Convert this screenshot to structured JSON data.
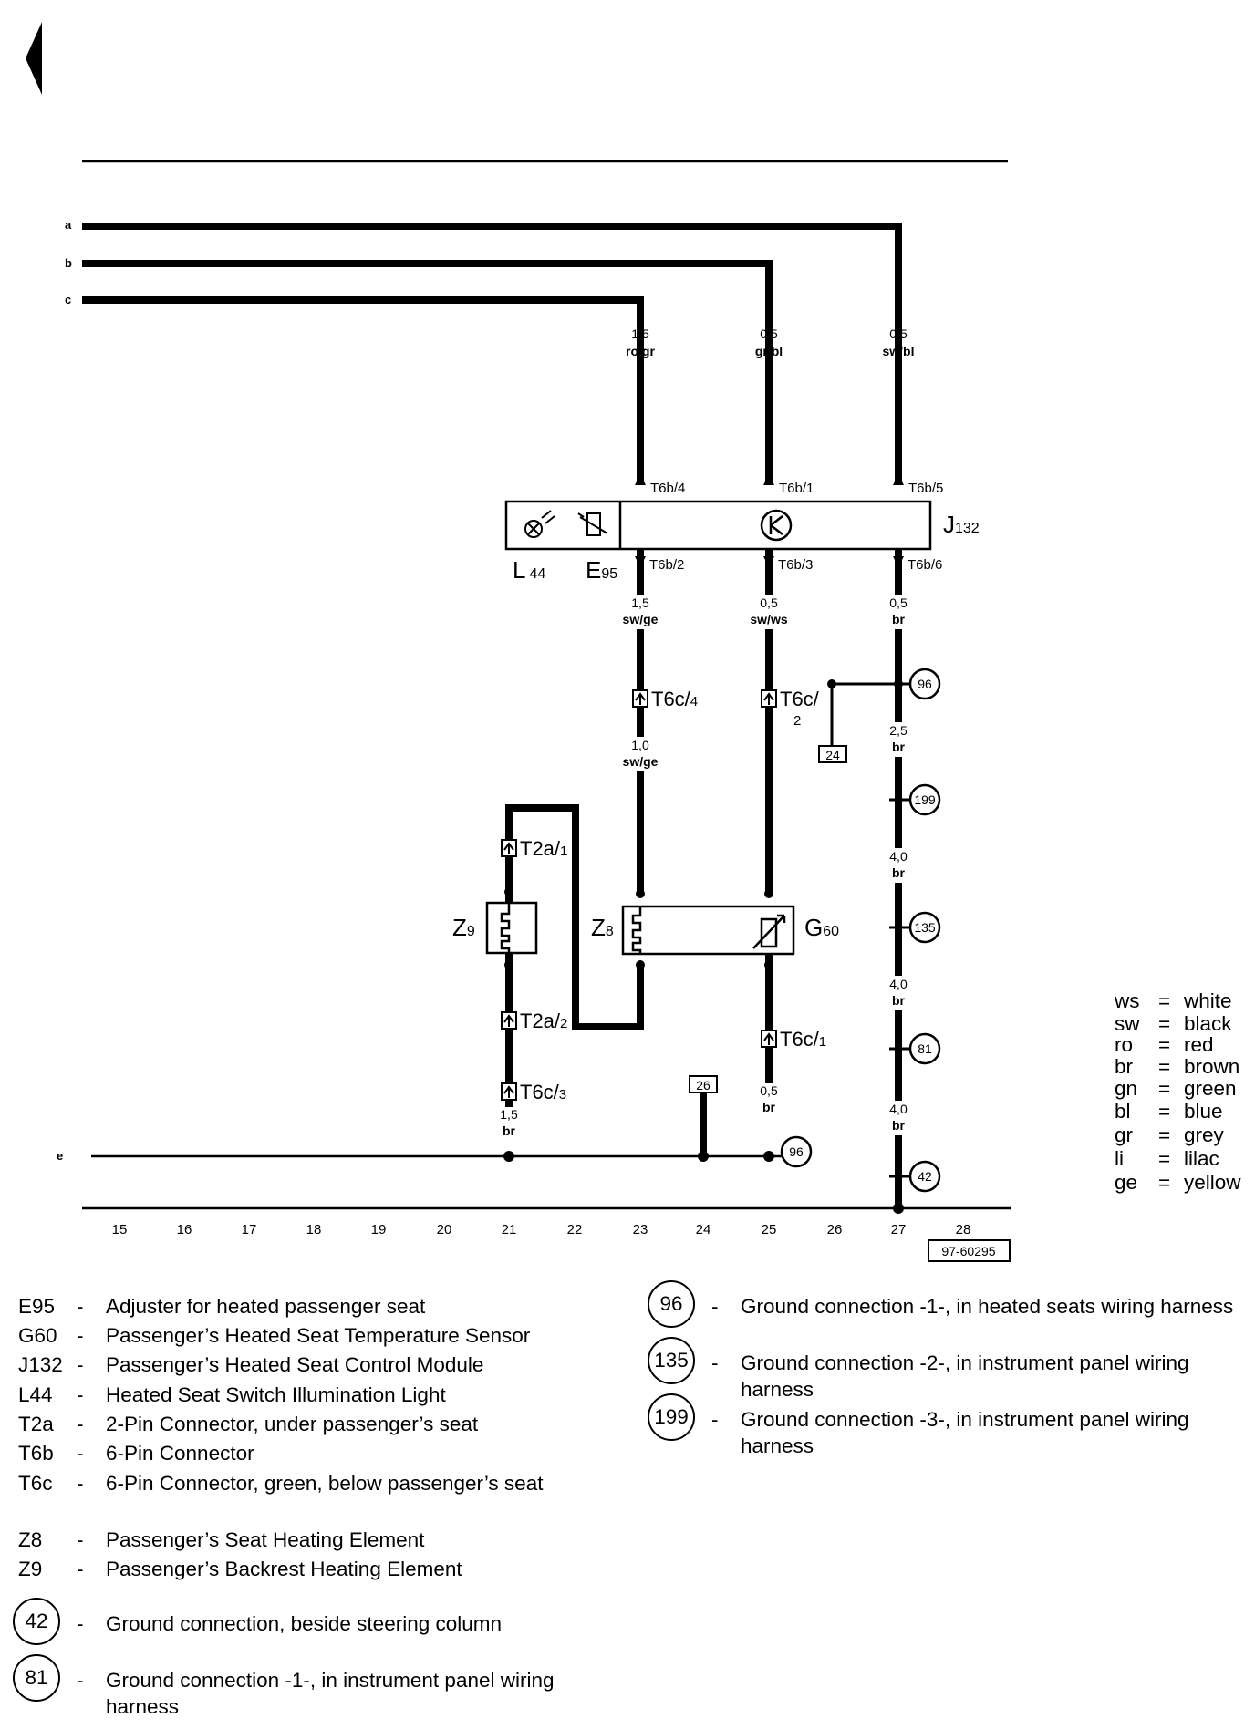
{
  "buses": [
    "a",
    "b",
    "c",
    "e"
  ],
  "components": {
    "j132": {
      "code": "J",
      "sub": "132"
    },
    "l44": {
      "code": "L",
      "sub": "44"
    },
    "e95": {
      "code": "E",
      "sub": "95"
    },
    "z8": {
      "code": "Z",
      "sub": "8"
    },
    "z9": {
      "code": "Z",
      "sub": "9"
    },
    "g60": {
      "code": "G",
      "sub": "60"
    }
  },
  "wires": {
    "c_top": {
      "size": "1,5",
      "color": "ro/gr"
    },
    "b_top": {
      "size": "0,5",
      "color": "gr/bl"
    },
    "a_top": {
      "size": "0,5",
      "color": "sw/bl"
    },
    "w23_mid": {
      "size": "1,5",
      "color": "sw/ge"
    },
    "w25_mid": {
      "size": "0,5",
      "color": "sw/ws"
    },
    "w27_mid": {
      "size": "0,5",
      "color": "br"
    },
    "w23_low": {
      "size": "1,0",
      "color": "sw/ge"
    },
    "w27_a": {
      "size": "2,5",
      "color": "br"
    },
    "w27_b": {
      "size": "4,0",
      "color": "br"
    },
    "w27_c": {
      "size": "4,0",
      "color": "br"
    },
    "w27_d": {
      "size": "4,0",
      "color": "br"
    },
    "w25_low": {
      "size": "0,5",
      "color": "br"
    },
    "w21_low": {
      "size": "1,5",
      "color": "br"
    }
  },
  "connectors": {
    "t6b4": {
      "name": "T6b/",
      "pin": "4"
    },
    "t6b1": {
      "name": "T6b/",
      "pin": "1"
    },
    "t6b5": {
      "name": "T6b/",
      "pin": "5"
    },
    "t6b2": {
      "name": "T6b/",
      "pin": "2"
    },
    "t6b3": {
      "name": "T6b/",
      "pin": "3"
    },
    "t6b6": {
      "name": "T6b/",
      "pin": "6"
    },
    "t6c4": {
      "name": "T6c/",
      "pin": "4"
    },
    "t6c2": {
      "name": "T6c/",
      "pin": "2"
    },
    "t6c1": {
      "name": "T6c/",
      "pin": "1"
    },
    "t6c3": {
      "name": "T6c/",
      "pin": "3"
    },
    "t2a1": {
      "name": "T2a/",
      "pin": "1"
    },
    "t2a2": {
      "name": "T2a/",
      "pin": "2"
    }
  },
  "grounds": [
    "96",
    "199",
    "135",
    "81",
    "42",
    "96"
  ],
  "refs": [
    "24",
    "26"
  ],
  "track_numbers": [
    "15",
    "16",
    "17",
    "18",
    "19",
    "20",
    "21",
    "22",
    "23",
    "24",
    "25",
    "26",
    "27",
    "28"
  ],
  "diagram_id": "97-60295",
  "color_key": [
    {
      "abbr": "ws",
      "name": "white"
    },
    {
      "abbr": "sw",
      "name": "black"
    },
    {
      "abbr": "ro",
      "name": "red"
    },
    {
      "abbr": "br",
      "name": "brown"
    },
    {
      "abbr": "gn",
      "name": "green"
    },
    {
      "abbr": "bl",
      "name": "blue"
    },
    {
      "abbr": "gr",
      "name": "grey"
    },
    {
      "abbr": "li",
      "name": "lilac"
    },
    {
      "abbr": "ge",
      "name": "yellow"
    }
  ],
  "legend_left": [
    {
      "code": "E95",
      "desc": "Adjuster for heated passenger seat"
    },
    {
      "code": "G60",
      "desc": "Passenger’s Heated Seat Temperature Sensor"
    },
    {
      "code": "J132",
      "desc": "Passenger’s Heated Seat Control Module"
    },
    {
      "code": "L44",
      "desc": "Heated Seat Switch Illumination Light"
    },
    {
      "code": "T2a",
      "desc": "2-Pin Connector, under passenger’s  seat"
    },
    {
      "code": "T6b",
      "desc": "6-Pin Connector"
    },
    {
      "code": "T6c",
      "desc": "6-Pin Connector, green, below passenger’s seat"
    },
    {
      "code": "Z8",
      "desc": "Passenger’s Seat Heating Element"
    },
    {
      "code": "Z9",
      "desc": "Passenger’s Backrest Heating Element"
    }
  ],
  "legend_ground_left": [
    {
      "num": "42",
      "desc": "Ground connection, beside steering column"
    },
    {
      "num": "81",
      "desc": "Ground connection -1-, in instrument panel wiring harness"
    }
  ],
  "legend_ground_right": [
    {
      "num": "96",
      "desc": "Ground connection -1-, in heated seats wiring harness"
    },
    {
      "num": "135",
      "desc": "Ground connection -2-, in instrument panel wiring harness"
    },
    {
      "num": "199",
      "desc": "Ground connection -3-, in instrument panel wiring harness"
    }
  ],
  "dash": "-",
  "eq": "="
}
